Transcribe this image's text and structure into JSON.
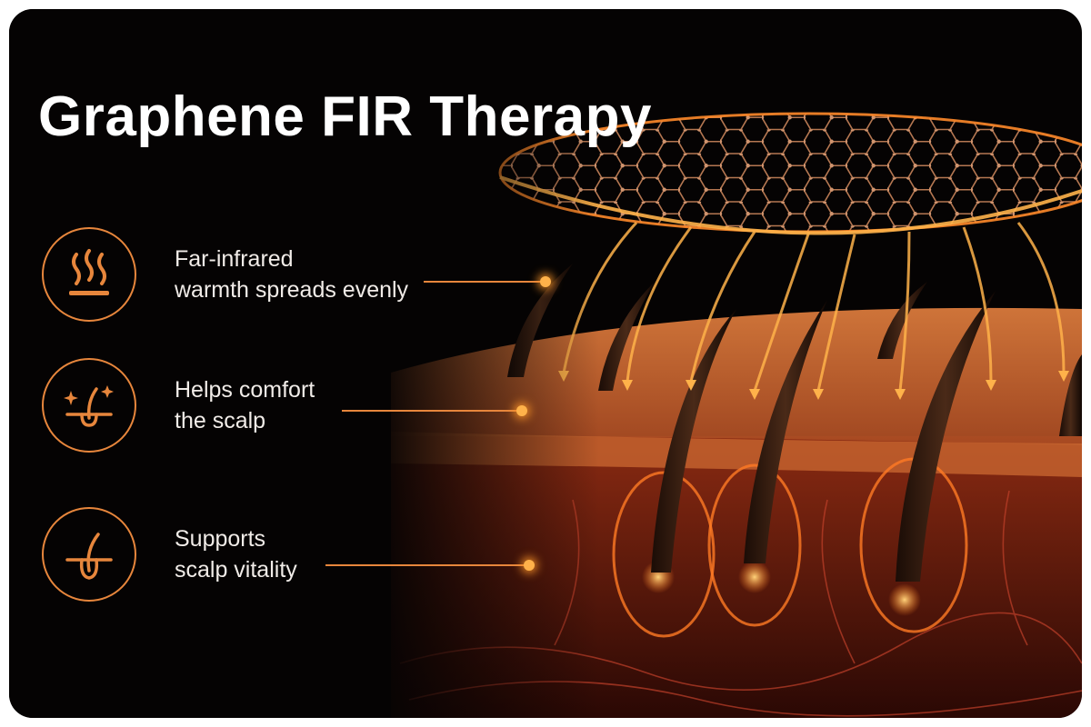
{
  "title": "Graphene FIR Therapy",
  "features": [
    {
      "icon": "heat-waves-icon",
      "line1": "Far-infrared",
      "line2": "warmth spreads evenly"
    },
    {
      "icon": "hair-sparkle-icon",
      "line1": "Helps comfort",
      "line2": "the scalp"
    },
    {
      "icon": "hair-follicle-icon",
      "line1": "Supports",
      "line2": "scalp vitality"
    }
  ],
  "colors": {
    "background": "#050303",
    "accent": "#e7863c",
    "glow": "#ffb24a",
    "text": "#ffffff"
  }
}
